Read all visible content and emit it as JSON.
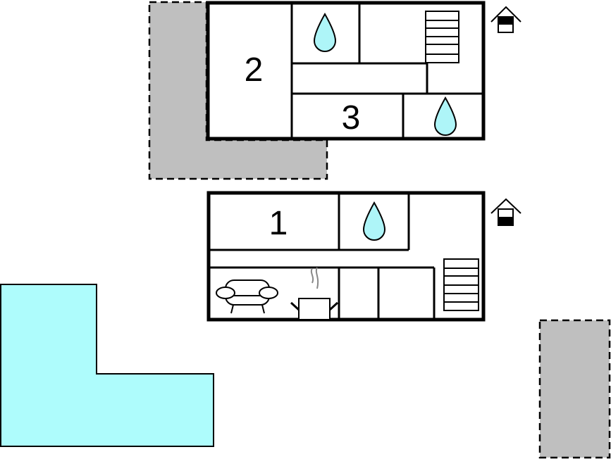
{
  "floor_plan": {
    "upper_floor": {
      "room_labels": [
        "2",
        "3"
      ]
    },
    "ground_floor": {
      "room_labels": [
        "1"
      ]
    }
  },
  "colors": {
    "water": "#aef5f8",
    "pool": "#aefcfc",
    "terrace": "#bfbfbf"
  }
}
